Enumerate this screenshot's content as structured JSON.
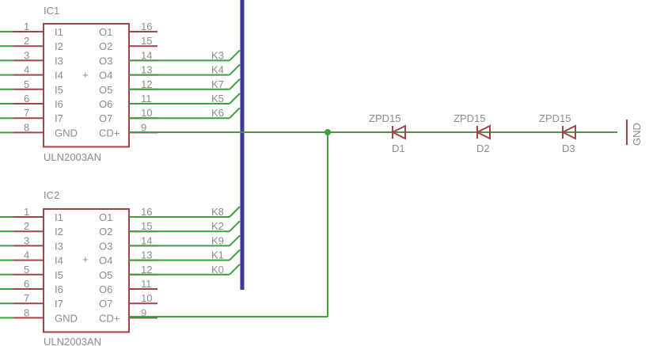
{
  "ics": [
    {
      "name": "IC1",
      "part": "ULN2003AN",
      "left_pins": [
        {
          "num": "1",
          "label": "I1"
        },
        {
          "num": "2",
          "label": "I2"
        },
        {
          "num": "3",
          "label": "I3"
        },
        {
          "num": "4",
          "label": "I4"
        },
        {
          "num": "5",
          "label": "I5"
        },
        {
          "num": "6",
          "label": "I6"
        },
        {
          "num": "7",
          "label": "I7"
        },
        {
          "num": "8",
          "label": "GND"
        }
      ],
      "right_pins": [
        {
          "num": "16",
          "label": "O1"
        },
        {
          "num": "15",
          "label": "O2"
        },
        {
          "num": "14",
          "label": "O3"
        },
        {
          "num": "13",
          "label": "O4"
        },
        {
          "num": "12",
          "label": "O5"
        },
        {
          "num": "11",
          "label": "O6"
        },
        {
          "num": "10",
          "label": "O7"
        },
        {
          "num": "9",
          "label": "CD+"
        }
      ],
      "nets": [
        "K3",
        "K4",
        "K7",
        "K5",
        "K6"
      ]
    },
    {
      "name": "IC2",
      "part": "ULN2003AN",
      "left_pins": [
        {
          "num": "1",
          "label": "I1"
        },
        {
          "num": "2",
          "label": "I2"
        },
        {
          "num": "3",
          "label": "I3"
        },
        {
          "num": "4",
          "label": "I4"
        },
        {
          "num": "5",
          "label": "I5"
        },
        {
          "num": "6",
          "label": "I6"
        },
        {
          "num": "7",
          "label": "I7"
        },
        {
          "num": "8",
          "label": "GND"
        }
      ],
      "right_pins": [
        {
          "num": "16",
          "label": "O1"
        },
        {
          "num": "15",
          "label": "O2"
        },
        {
          "num": "14",
          "label": "O3"
        },
        {
          "num": "13",
          "label": "O4"
        },
        {
          "num": "12",
          "label": "O5"
        },
        {
          "num": "11",
          "label": "O6"
        },
        {
          "num": "10",
          "label": "O7"
        },
        {
          "num": "9",
          "label": "CD+"
        }
      ],
      "nets": [
        "K8",
        "K2",
        "K9",
        "K1",
        "K0"
      ]
    }
  ],
  "center_mark": "+",
  "diodes": [
    {
      "ref": "D1",
      "value": "ZPD15"
    },
    {
      "ref": "D2",
      "value": "ZPD15"
    },
    {
      "ref": "D3",
      "value": "ZPD15"
    }
  ],
  "gnd_label": "GND",
  "colors": {
    "wire": "#3f9f3f",
    "body": "#a04448",
    "bus": "#3a3a9a",
    "text": "#8a8a8a",
    "junction": "#3f9f3f"
  }
}
